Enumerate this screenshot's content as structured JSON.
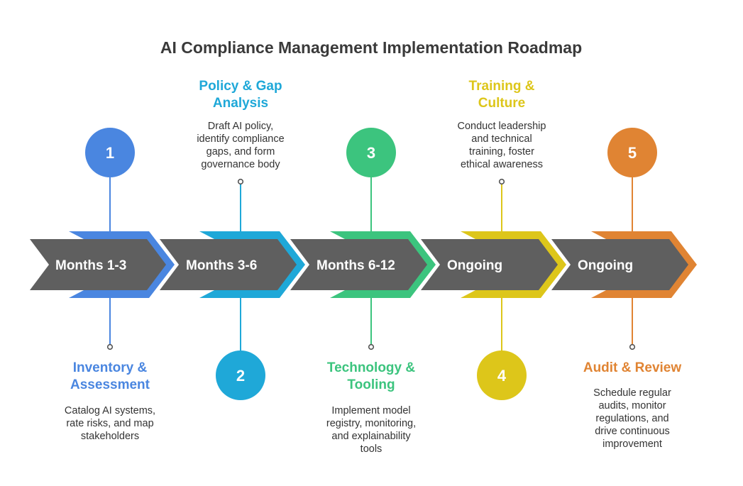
{
  "title": "AI Compliance Management Implementation Roadmap",
  "phases": [
    {
      "number": "1",
      "period": "Months 1-3",
      "title": [
        "Inventory &",
        "Assessment"
      ],
      "description": [
        "Catalog AI systems,",
        "rate risks, and map",
        "stakeholders"
      ],
      "color": "#4a86e0"
    },
    {
      "number": "2",
      "period": "Months 3-6",
      "title": [
        "Policy & Gap",
        "Analysis"
      ],
      "description": [
        "Draft AI policy,",
        "identify compliance",
        "gaps, and form",
        "governance body"
      ],
      "color": "#1fa8d8"
    },
    {
      "number": "3",
      "period": "Months 6-12",
      "title": [
        "Technology &",
        "Tooling"
      ],
      "description": [
        "Implement model",
        "registry, monitoring,",
        "and explainability",
        "tools"
      ],
      "color": "#3cc47e"
    },
    {
      "number": "4",
      "period": "Ongoing",
      "title": [
        "Training &",
        "Culture"
      ],
      "description": [
        "Conduct leadership",
        "and technical",
        "training, foster",
        "ethical awareness"
      ],
      "color": "#ddc61a"
    },
    {
      "number": "5",
      "period": "Ongoing",
      "title": [
        "Audit & Review"
      ],
      "description": [
        "Schedule regular",
        "audits, monitor",
        "regulations, and",
        "drive continuous",
        "improvement"
      ],
      "color": "#e08433"
    }
  ]
}
